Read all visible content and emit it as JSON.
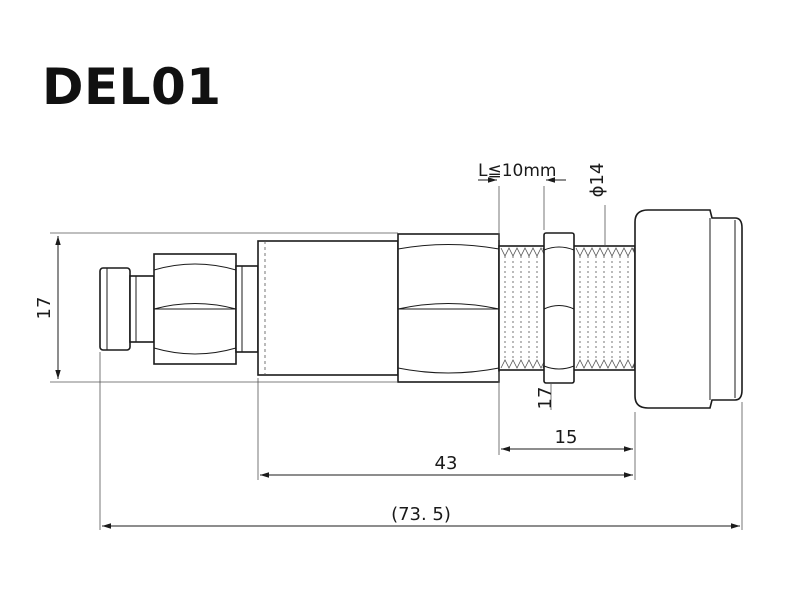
{
  "title": "DEL01",
  "dimensions": {
    "height_left": "17",
    "height_nut": "17",
    "length_thread": "15",
    "length_body": "43",
    "length_total": "(73. 5)",
    "panel_thickness": "L≦10mm",
    "thread_diameter": "ϕ14"
  }
}
